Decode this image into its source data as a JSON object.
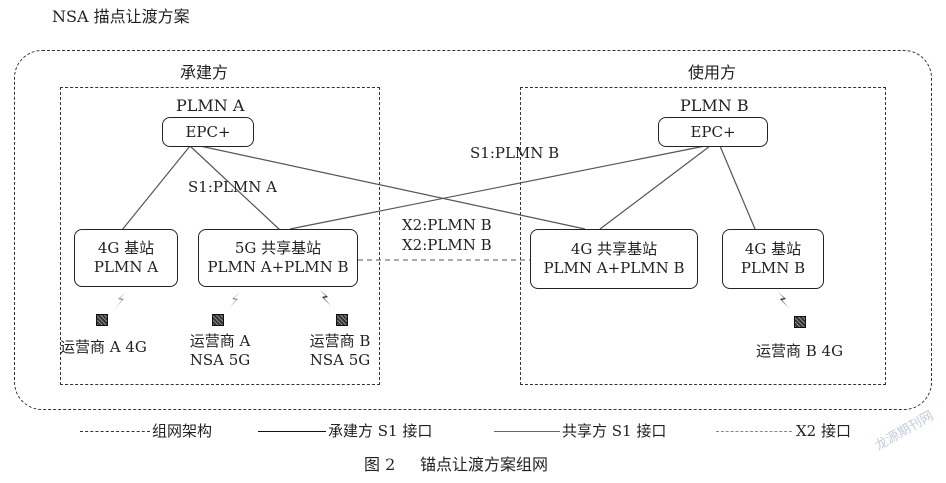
{
  "title": "NSA 描点让渡方案",
  "zones": {
    "builder": "承建方",
    "user": "使用方"
  },
  "left": {
    "plmn": "PLMN A",
    "epc": "EPC+",
    "s1_label": "S1:PLMN A",
    "bs4g": [
      "4G 基站",
      "PLMN A"
    ],
    "bs5g": [
      "5G 共享基站",
      "PLMN A+PLMN B"
    ],
    "ue1": "运营商 A 4G",
    "ue2": [
      "运营商 A",
      "NSA 5G"
    ],
    "ue3": [
      "运营商 B",
      "NSA 5G"
    ]
  },
  "right": {
    "plmn": "PLMN B",
    "epc": "EPC+",
    "bs4g_shared": [
      "4G 共享基站",
      "PLMN A+PLMN B"
    ],
    "bs4g": [
      "4G 基站",
      "PLMN B"
    ],
    "ue": "运营商 B 4G"
  },
  "middle": {
    "s1_label": "S1:PLMN B",
    "x2_label_1": "X2:PLMN B",
    "x2_label_2": "X2:PLMN B"
  },
  "legend": {
    "item1": "组网架构",
    "item2": "承建方 S1 接口",
    "item3": "共享方 S1 接口",
    "item4": "X2 接口"
  },
  "caption": {
    "fig": "图 2",
    "text": "锚点让渡方案组网"
  },
  "watermark": "龙源期刊网",
  "colors": {
    "line": "#222222",
    "thin": "#555555",
    "watermark": "#b9c7da"
  }
}
